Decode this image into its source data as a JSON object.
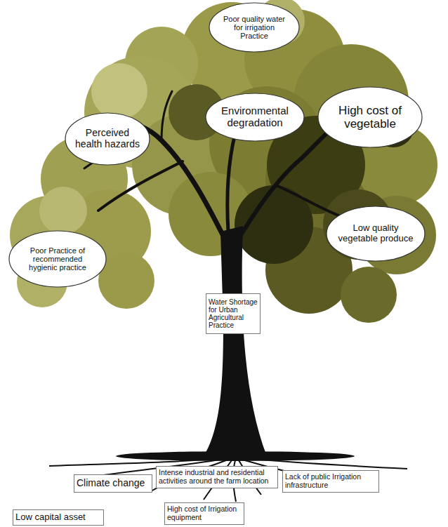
{
  "diagram": {
    "nodes": [
      {
        "text": [
          "Poor quality water for irrigation Practice"
        ]
      },
      {
        "text": [
          "Environmental degradation"
        ]
      },
      {
        "text": [
          "High cost of vegetable"
        ]
      },
      {
        "text": [
          "Perceived health hazards"
        ]
      },
      {
        "text": [
          "Low quality vegetable produce"
        ]
      },
      {
        "text": [
          "Poor Practice of recommended hygienic practice"
        ]
      },
      {
        "text": [
          "Water Shortage for Urban Agricultural Practice"
        ]
      },
      {
        "text": [
          "Climate change"
        ]
      },
      {
        "text": [
          "Intense industrial and residential activities around the farm location"
        ]
      },
      {
        "text": [
          "Lack of public Irrigation infrastructure"
        ]
      },
      {
        "text": [
          "Low capital asset"
        ]
      },
      {
        "text": [
          "High cost of Irrigation equipment"
        ]
      }
    ]
  }
}
